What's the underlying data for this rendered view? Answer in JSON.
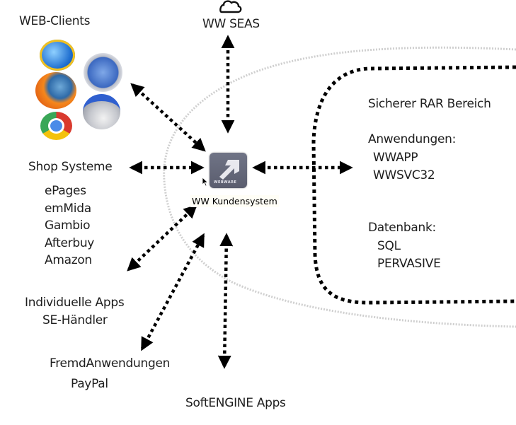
{
  "diagram": {
    "center": {
      "label": "WW Kundensystem",
      "icon": "webware-arrow-icon",
      "brand": "WEBWARE"
    },
    "nodes": {
      "web_clients": {
        "title": "WEB-Clients",
        "icons": [
          "internet-explorer-icon",
          "safari-icon",
          "firefox-icon",
          "opera-icon",
          "chrome-icon"
        ]
      },
      "seas": {
        "title": "WW SEAS",
        "icon": "cloud-icon"
      },
      "shop": {
        "title": "Shop Systeme",
        "items": [
          "ePages",
          "emMida",
          "Gambio",
          "Afterbuy",
          "Amazon"
        ]
      },
      "individual": {
        "line1": "Individuelle Apps",
        "line2": "SE-Händler"
      },
      "fremd": {
        "line1": "FremdAnwendungen",
        "line2": "PayPal"
      },
      "softengine": {
        "title": "SoftENGINE Apps"
      },
      "secure": {
        "title": "Sicherer RAR Bereich",
        "apps_heading": "Anwendungen:",
        "apps": [
          "WWAPP",
          "WWSVC32"
        ],
        "db_heading": "Datenbank:",
        "dbs": [
          "SQL",
          "PERVASIVE"
        ]
      }
    },
    "colors": {
      "arrow": "#000000",
      "zone_outline": "#c8c8c8",
      "icon_bg": "#656879"
    }
  }
}
